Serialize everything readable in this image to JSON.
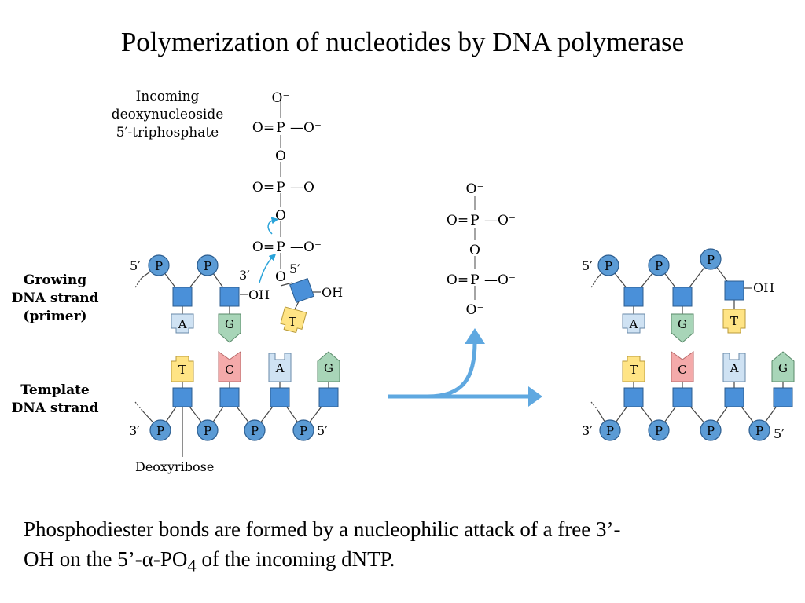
{
  "title": "Polymerization of nucleotides by DNA polymerase",
  "labels": {
    "incoming": [
      "Incoming",
      "deoxynucleoside",
      "5′-triphosphate"
    ],
    "growing": [
      "Growing",
      "DNA strand",
      "(primer)"
    ],
    "template": [
      "Template",
      "DNA strand"
    ],
    "deoxyribose": "Deoxyribose",
    "five_prime": "5′",
    "three_prime": "3′",
    "oh": "OH",
    "phosphate": "P"
  },
  "chem": {
    "o_minus": "O⁻",
    "o_eq": "O=",
    "p": "P",
    "o_dash": "—O⁻",
    "o": "O"
  },
  "bases": {
    "A": "A",
    "T": "T",
    "G": "G",
    "C": "C"
  },
  "caption": {
    "line1": "Phosphodiester bonds are formed by a nucleophilic attack of a free 3’-",
    "line2_pre": "OH on the 5’-",
    "alpha": "α",
    "line2_mid": "-PO",
    "sub": "4",
    "line2_post": " of the incoming dNTP."
  },
  "colors": {
    "phosphate": "#5b9bd5",
    "sugar": "#4a90d9",
    "A": "#cfe2f3",
    "T": "#ffe485",
    "G": "#a8d5b8",
    "C": "#f4aaaa",
    "arrow": "#5fa8e0"
  }
}
